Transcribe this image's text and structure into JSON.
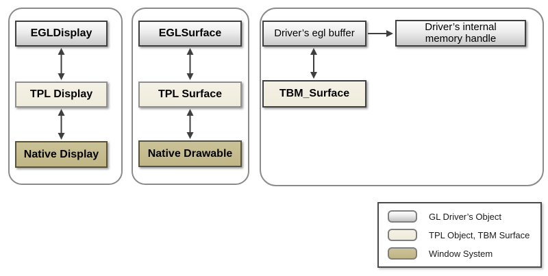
{
  "diagram": {
    "groups": [
      {
        "id": "display-chain",
        "boxes": [
          {
            "label": "EGLDisplay",
            "style": "gl-driver"
          },
          {
            "label": "TPL Display",
            "style": "tpl"
          },
          {
            "label": "Native Display",
            "style": "window-system"
          }
        ]
      },
      {
        "id": "surface-chain",
        "boxes": [
          {
            "label": "EGLSurface",
            "style": "gl-driver"
          },
          {
            "label": "TPL Surface",
            "style": "tpl"
          },
          {
            "label": "Native Drawable",
            "style": "window-system"
          }
        ]
      },
      {
        "id": "buffer-chain",
        "boxes": [
          {
            "label": "Driver’s egl buffer",
            "style": "gl-driver"
          },
          {
            "label": "Driver’s internal memory handle",
            "style": "gl-driver"
          },
          {
            "label": "TBM_Surface",
            "style": "tpl"
          }
        ]
      }
    ],
    "connections": [
      {
        "from": "EGLDisplay",
        "to": "TPL Display",
        "type": "double-arrow"
      },
      {
        "from": "TPL Display",
        "to": "Native Display",
        "type": "double-arrow"
      },
      {
        "from": "EGLSurface",
        "to": "TPL Surface",
        "type": "double-arrow"
      },
      {
        "from": "TPL Surface",
        "to": "Native Drawable",
        "type": "double-arrow"
      },
      {
        "from": "Driver’s egl buffer",
        "to": "TBM_Surface",
        "type": "double-arrow"
      },
      {
        "from": "Driver’s egl buffer",
        "to": "Driver’s internal memory handle",
        "type": "single-arrow"
      }
    ],
    "legend": {
      "items": [
        {
          "label": "GL Driver’s Object",
          "style": "gl-driver"
        },
        {
          "label": "TPL Object, TBM Surface",
          "style": "tpl"
        },
        {
          "label": "Window System",
          "style": "window-system"
        }
      ]
    },
    "colors": {
      "gl_driver_gradient_top": "#fcfcfc",
      "gl_driver_gradient_bottom": "#c9c9c9",
      "tpl_fill": "#f1eee0",
      "window_system_fill": "#c5bc8e",
      "arrow": "#3f3f3f",
      "group_border": "#8a8a8a",
      "legend_border": "#4a4a4a"
    }
  }
}
